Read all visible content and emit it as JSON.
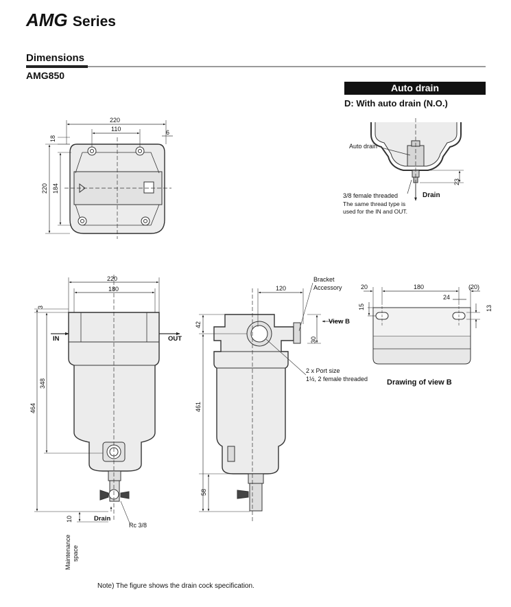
{
  "header": {
    "series_name": "AMG",
    "series_word": "Series",
    "section": "Dimensions",
    "model": "AMG850"
  },
  "auto_drain": {
    "header": "Auto drain",
    "subtitle": "D: With auto drain (N.O.)",
    "label_auto_drain": "Auto drain",
    "label_thread": "3/8 female threaded",
    "label_drain": "Drain",
    "note_line1": "The same thread type is",
    "note_line2": "used for the IN and OUT.",
    "dim_23": "23"
  },
  "top_view": {
    "dim_220": "220",
    "dim_110": "110",
    "dim_6": "6",
    "dim_18": "18",
    "dim_220_v": "220",
    "dim_184": "184"
  },
  "front_view": {
    "dim_220": "220",
    "dim_180": "180",
    "dim_3": "3",
    "dim_348": "348",
    "dim_464": "464",
    "dim_10": "10",
    "label_in": "IN",
    "label_out": "OUT",
    "label_drain": "Drain",
    "label_rc": "Rc 3/8",
    "label_maint_1": "Maintenance",
    "label_maint_2": "space"
  },
  "side_view": {
    "dim_120": "120",
    "dim_42": "42",
    "dim_30": "30",
    "dim_461": "461",
    "dim_58": "58",
    "label_bracket": "Bracket",
    "label_accessory": "Accessory",
    "label_view_b": "View B",
    "label_port_size": "2 x Port size",
    "label_port_thread": "1½, 2 female threaded"
  },
  "view_b": {
    "dim_20": "20",
    "dim_180": "180",
    "dim_20p": "(20)",
    "dim_24": "24",
    "dim_15": "15",
    "dim_13": "13",
    "caption": "Drawing of view B"
  },
  "footer": {
    "note": "Note) The figure shows the drain cock specification."
  }
}
